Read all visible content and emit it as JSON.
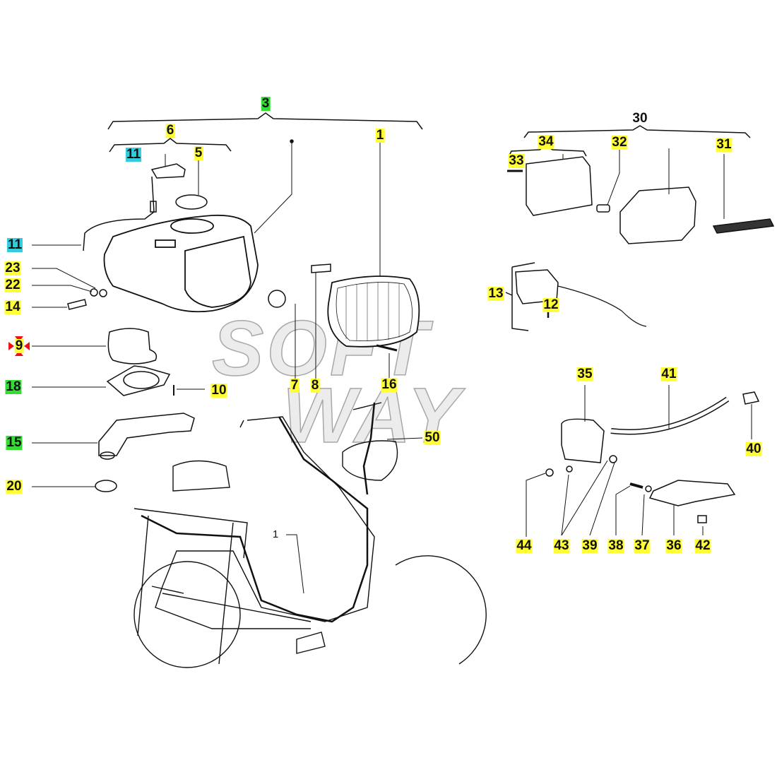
{
  "watermark": [
    "SOFT",
    "WAY"
  ],
  "colors": {
    "yellow": "#ffff33",
    "green": "#33dd33",
    "cyan": "#33ccdd",
    "marker": "#ee1111"
  },
  "labels": {
    "l3": "3",
    "l6": "6",
    "l11a": "11",
    "l5": "5",
    "l1": "1",
    "l11b": "11",
    "l23": "23",
    "l22": "22",
    "l14": "14",
    "l9": "9",
    "l18": "18",
    "l10": "10",
    "l7": "7",
    "l8": "8",
    "l16": "16",
    "l15": "15",
    "l50": "50",
    "l20": "20",
    "l30": "30",
    "l34": "34",
    "l32": "32",
    "l33": "33",
    "l31": "31",
    "l13": "13",
    "l12": "12",
    "l35": "35",
    "l41": "41",
    "l40": "40",
    "l44": "44",
    "l43": "43",
    "l39": "39",
    "l38": "38",
    "l37": "37",
    "l36": "36",
    "l42": "42",
    "l1bike": "1"
  }
}
